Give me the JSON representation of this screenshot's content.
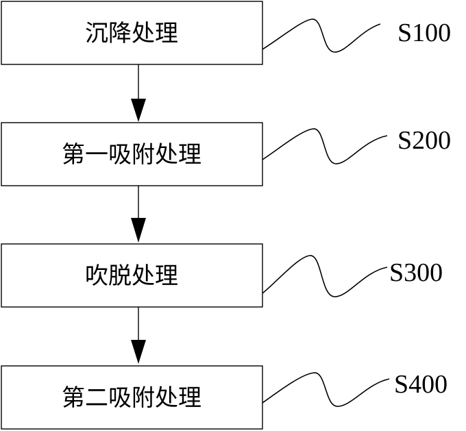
{
  "steps": [
    {
      "label": "沉降处理",
      "code": "S100"
    },
    {
      "label": "第一吸附处理",
      "code": "S200"
    },
    {
      "label": "吹脱处理",
      "code": "S300"
    },
    {
      "label": "第二吸附处理",
      "code": "S400"
    }
  ],
  "colors": {
    "line": "#000000",
    "box_fill": "#ffffff"
  }
}
